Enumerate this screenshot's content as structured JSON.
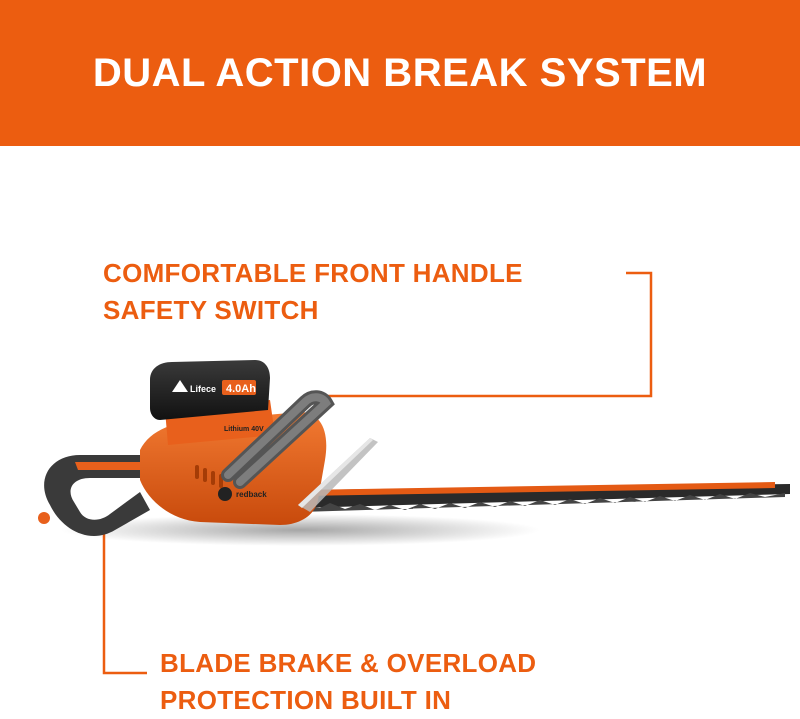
{
  "banner": {
    "title": "DUAL ACTION BREAK SYSTEM"
  },
  "callouts": {
    "top": {
      "line1": "COMFORTABLE FRONT HANDLE",
      "line2": "SAFETY SWITCH"
    },
    "bottom": {
      "line1": "BLADE BRAKE & OVERLOAD",
      "line2": "PROTECTION BUILT IN"
    }
  },
  "product": {
    "battery_brand": "Lifece",
    "battery_capacity": "4.0Ah",
    "body_label": "Lithium 40V",
    "logo_text": "redback"
  },
  "colors": {
    "accent": "#ec5d10",
    "banner_text": "#ffffff",
    "tool_body": "#e8601c",
    "battery": "#1d1d1d"
  },
  "icons": {
    "brand_logo": "redback-logo-icon",
    "battery_logo": "lifece-triangle-icon"
  }
}
